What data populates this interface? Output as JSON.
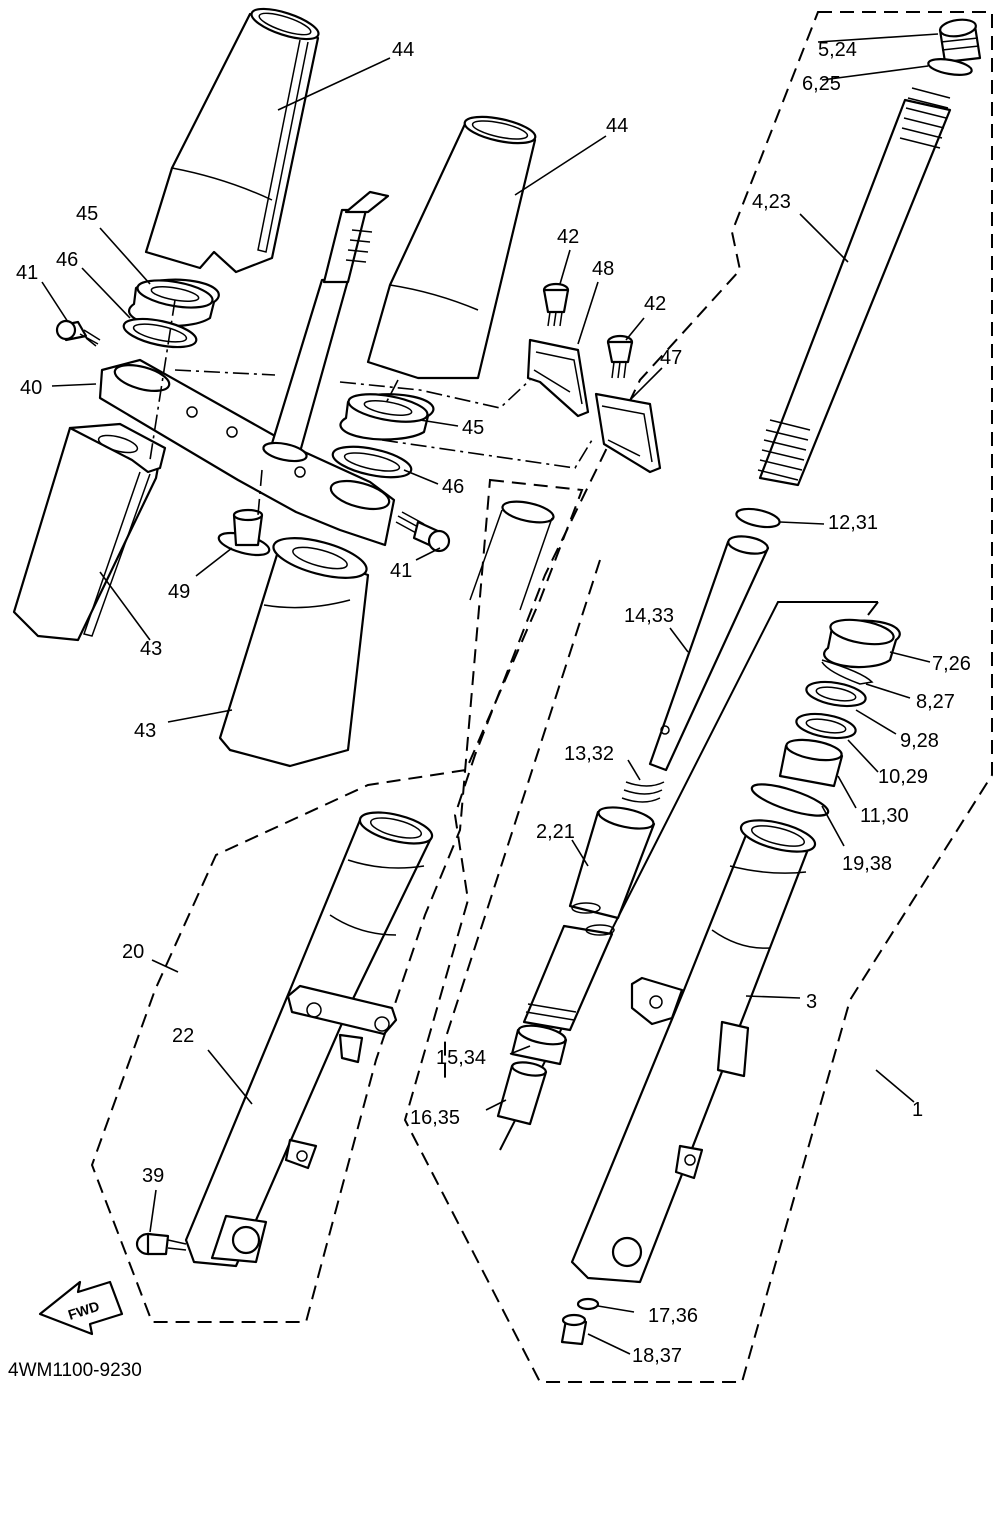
{
  "diagram": {
    "code": "4WM1100-9230",
    "fwd_label": "FWD",
    "callouts": {
      "c44a": "44",
      "c44b": "44",
      "c45a": "45",
      "c46a": "46",
      "c41a": "41",
      "c40": "40",
      "c43a": "43",
      "c43b": "43",
      "c49": "49",
      "c41b": "41",
      "c45b": "45",
      "c46b": "46",
      "c42a": "42",
      "c48": "48",
      "c42b": "42",
      "c47": "47",
      "c5_24": "5,24",
      "c6_25": "6,25",
      "c4_23": "4,23",
      "c12_31": "12,31",
      "c14_33": "14,33",
      "c7_26": "7,26",
      "c8_27": "8,27",
      "c9_28": "9,28",
      "c10_29": "10,29",
      "c11_30": "11,30",
      "c13_32": "13,32",
      "c19_38": "19,38",
      "c2_21": "2,21",
      "c3": "3",
      "c20": "20",
      "c22": "22",
      "c15_34": "15,34",
      "c16_35": "16,35",
      "c1": "1",
      "c39": "39",
      "c17_36": "17,36",
      "c18_37": "18,37"
    }
  }
}
